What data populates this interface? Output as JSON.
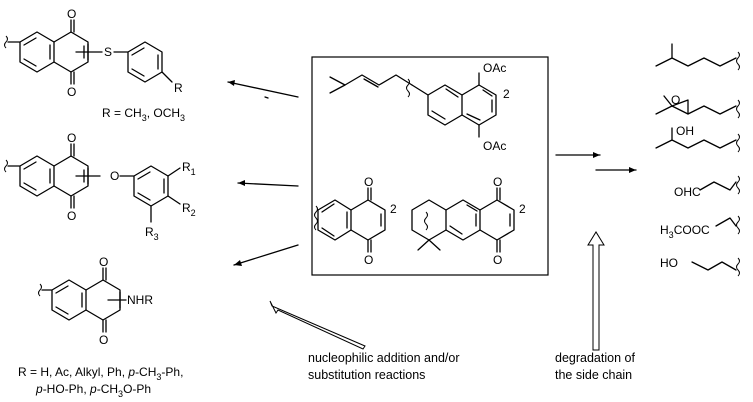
{
  "labels": {
    "thio_r_def": "R  = CH",
    "thio_r_def_sub": "3",
    "thio_r_def_tail": ", OCH",
    "thio_r_def_sub2": "3",
    "amine_r_line1": "R  = H, Ac, Alkyl, Ph, ",
    "amine_r_pch3": "p",
    "amine_r_line1b": "-CH",
    "amine_r_sub": "3",
    "amine_r_line1c": "-Ph,",
    "amine_r_line2_p1": "p",
    "amine_r_line2a": "-HO-Ph,  ",
    "amine_r_line2_p2": "p",
    "amine_r_line2b": "-CH",
    "amine_r_sub2": "3",
    "amine_r_line2c": "O-Ph",
    "caption_left_1": "nucleophilic addition and/or",
    "caption_left_2": "substitution reactions",
    "caption_right_1": "degradation of",
    "caption_right_2": "the side chain"
  },
  "atoms": {
    "O": "O",
    "S": "S",
    "R": "R",
    "R1": "R",
    "R1_sub": "1",
    "R2": "R",
    "R2_sub": "2",
    "R3": "R",
    "R3_sub": "3",
    "NHR": "NHR",
    "OAc": "OAc",
    "pos2": "2",
    "OH": "OH",
    "OHC": "OHC",
    "H3COOC_a": "H",
    "H3COOC_sub": "3",
    "H3COOC_b": "COOC",
    "HO": "HO"
  }
}
